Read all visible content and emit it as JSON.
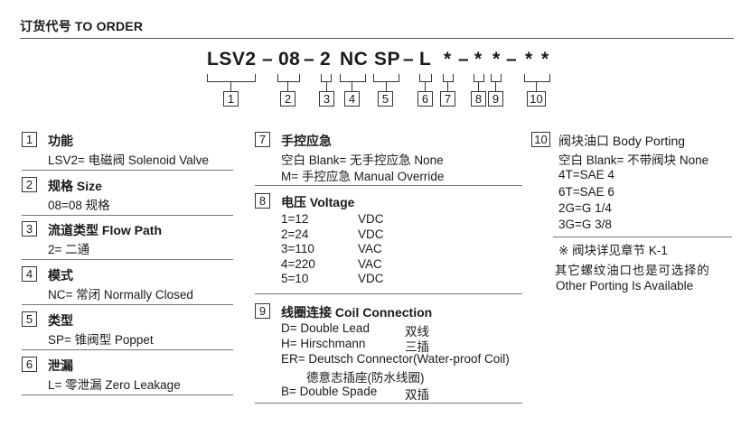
{
  "header": {
    "title": "订货代号 TO ORDER"
  },
  "model_code": {
    "parts": [
      "LSV2",
      "–",
      "08",
      "–",
      "2",
      "NC",
      "SP",
      "–",
      "L",
      "*",
      "–",
      "*",
      "*",
      "–",
      "*",
      "*"
    ]
  },
  "position_numbers": [
    "1",
    "2",
    "3",
    "4",
    "5",
    "6",
    "7",
    "8",
    "9",
    "10"
  ],
  "sections": {
    "s1": {
      "num": "1",
      "title": "功能",
      "lines": [
        "LSV2= 电磁阀 Solenoid Valve"
      ]
    },
    "s2": {
      "num": "2",
      "title": "规格 Size",
      "lines": [
        "08=08 规格"
      ]
    },
    "s3": {
      "num": "3",
      "title": "流道类型 Flow Path",
      "lines": [
        "2= 二通"
      ]
    },
    "s4": {
      "num": "4",
      "title": "模式",
      "lines": [
        "NC= 常闭 Normally Closed"
      ]
    },
    "s5": {
      "num": "5",
      "title": "类型",
      "lines": [
        "SP= 锥阀型 Poppet"
      ]
    },
    "s6": {
      "num": "6",
      "title": "泄漏",
      "lines": [
        "L= 零泄漏 Zero Leakage"
      ]
    },
    "s7": {
      "num": "7",
      "title": "手控应急",
      "lines": [
        "空白 Blank= 无手控应急 None",
        "M= 手控应急 Manual Override"
      ]
    },
    "s8": {
      "num": "8",
      "title": "电压 Voltage",
      "rows": [
        {
          "code": "1=12",
          "unit": "VDC"
        },
        {
          "code": "2=24",
          "unit": "VDC"
        },
        {
          "code": "3=110",
          "unit": "VAC"
        },
        {
          "code": "4=220",
          "unit": "VAC"
        },
        {
          "code": "5=10",
          "unit": "VDC"
        }
      ]
    },
    "s9": {
      "num": "9",
      "title": "线圈连接 Coil Connection",
      "rows": [
        {
          "a": "D= Double Lead",
          "b": "双线"
        },
        {
          "a": "H= Hirschmann",
          "b": "三插"
        },
        {
          "a": "ER= Deutsch Connector(Water-proof Coil)",
          "b": ""
        },
        {
          "a": "德意志插座(防水线圈)",
          "b": ""
        },
        {
          "a": "B= Double Spade",
          "b": "双插"
        }
      ]
    },
    "s10": {
      "num": "10",
      "title": "阀块油口 Body Porting",
      "lines": [
        "空白 Blank= 不带阀块 None",
        "4T=SAE 4",
        "6T=SAE 6",
        "2G=G 1/4",
        "3G=G 3/8"
      ],
      "notes": [
        "※ 阀块详见章节 K-1",
        "其它螺纹油口也是可选择的",
        "Other Porting Is Available"
      ]
    }
  }
}
